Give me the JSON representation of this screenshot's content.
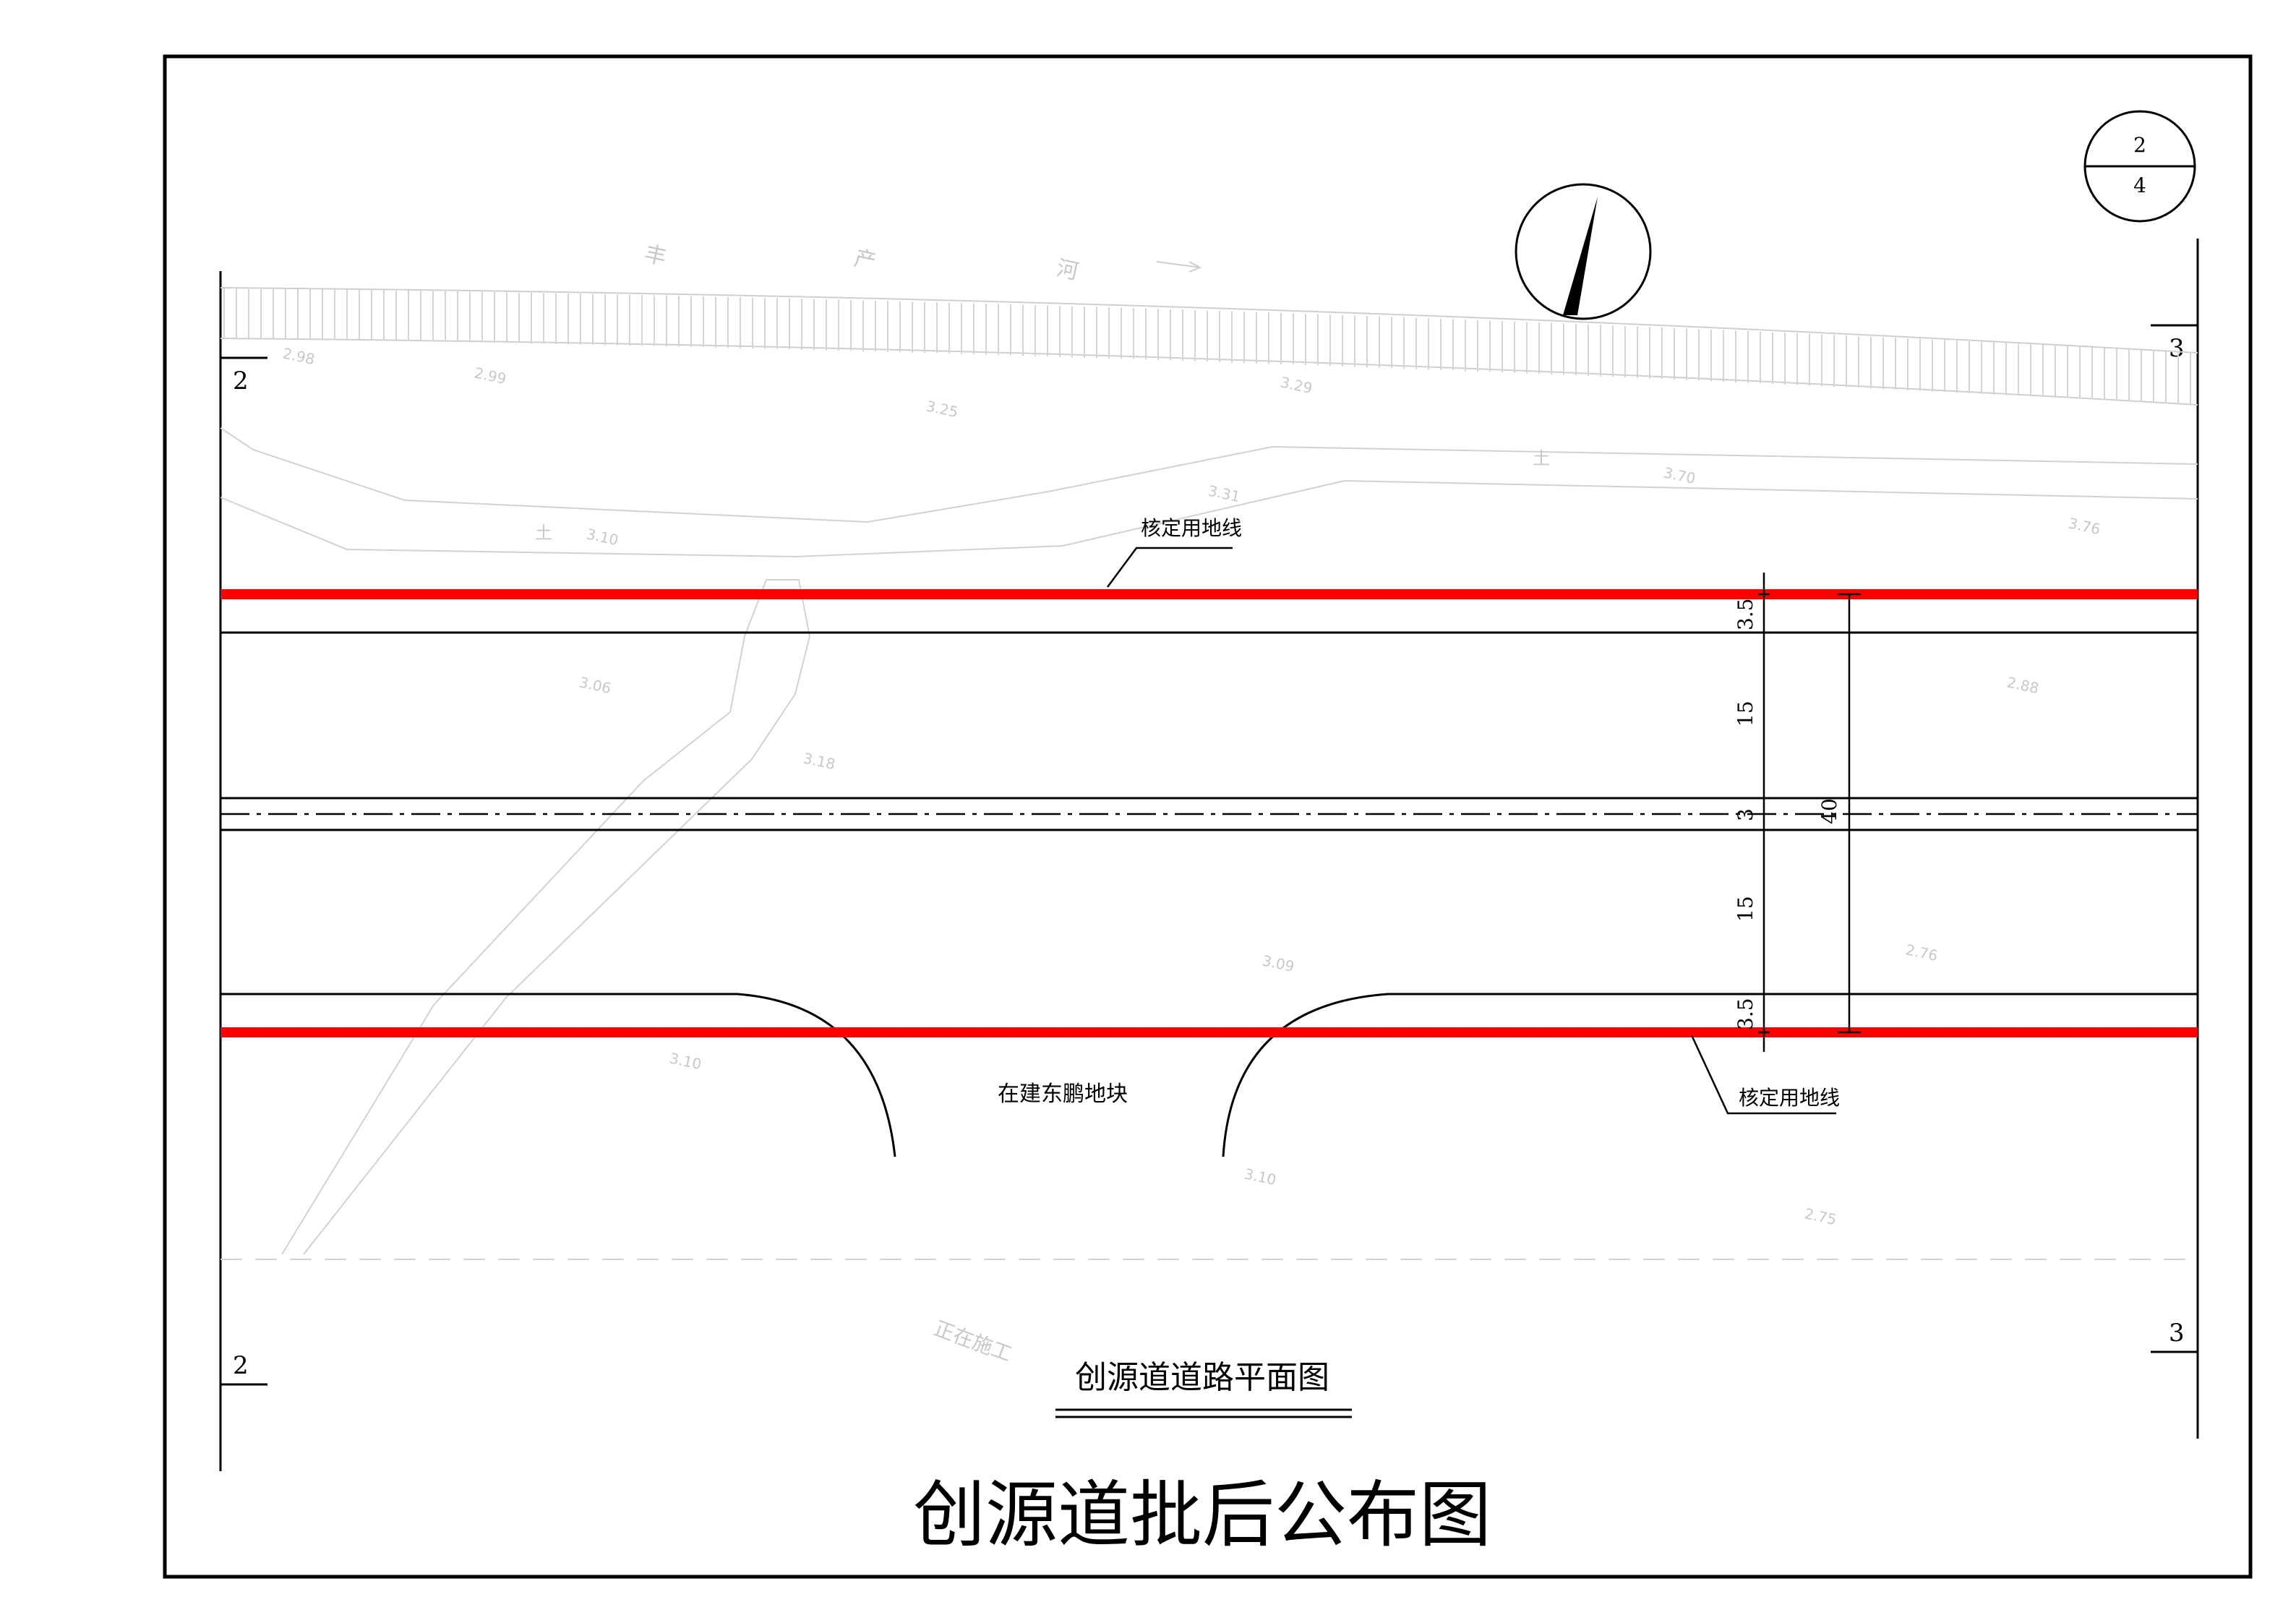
{
  "sheet": {
    "numerator": "2",
    "denominator": "4"
  },
  "river_label": [
    "丰",
    "产",
    "河"
  ],
  "section_marks": {
    "left_top": "2",
    "left_bottom": "2",
    "right_top": "3",
    "right_bottom": "3"
  },
  "elevations": [
    "2.98",
    "2.99",
    "3.25",
    "3.29",
    "3.31",
    "3.70",
    "3.76",
    "3.10",
    "3.06",
    "3.18",
    "2.88",
    "3.09",
    "2.76",
    "3.10",
    "3.10",
    "2.75"
  ],
  "terrain_labels": [
    "土",
    "土",
    "正在施工"
  ],
  "callouts": {
    "top": "核定用地线",
    "bottom": "核定用地线"
  },
  "dimensions": {
    "sidewalk_top": "3.5",
    "lane_top": "15",
    "median": "3",
    "lane_bottom": "15",
    "sidewalk_bottom": "3.5",
    "total": "40"
  },
  "parcel_label": "在建东鹏地块",
  "drawing_title": "创源道道路平面图",
  "main_title": "创源道批后公布图",
  "colors": {
    "red_line": "#ff0000",
    "background_linework": "#cfcfcf",
    "main_linework": "#000000"
  }
}
